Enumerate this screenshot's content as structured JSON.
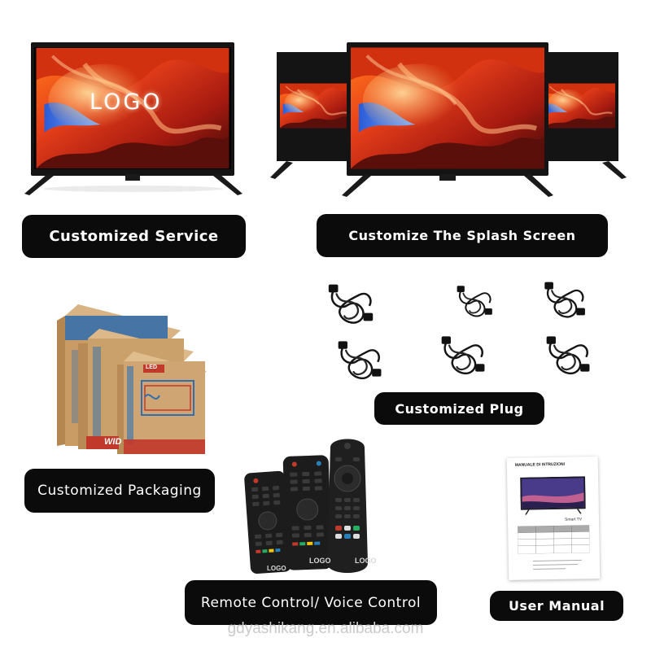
{
  "labels": {
    "customized_service": "Customized Service",
    "splash_screen": "Customize The Splash Screen",
    "customized_plug": "Customized Plug",
    "customized_packaging": "Customized Packaging",
    "remote_control": "Remote Control/ Voice Control",
    "user_manual": "User Manual"
  },
  "tv": {
    "logo_text": "LOGO"
  },
  "remotes": {
    "logo_text": "LOGO"
  },
  "packaging": {
    "box_text": "WID",
    "box_tag": "LED"
  },
  "manual": {
    "header": "MANUALE DI ISTRUZIONI",
    "subtitle": "Smart TV"
  },
  "watermark": "gdyashikang.en.alibaba.com",
  "colors": {
    "label_bg": "#0b0b0b",
    "label_text": "#ffffff",
    "box_cardboard": "#c9a06e",
    "box_blue": "#2f6fb0",
    "box_red": "#c0392b"
  }
}
